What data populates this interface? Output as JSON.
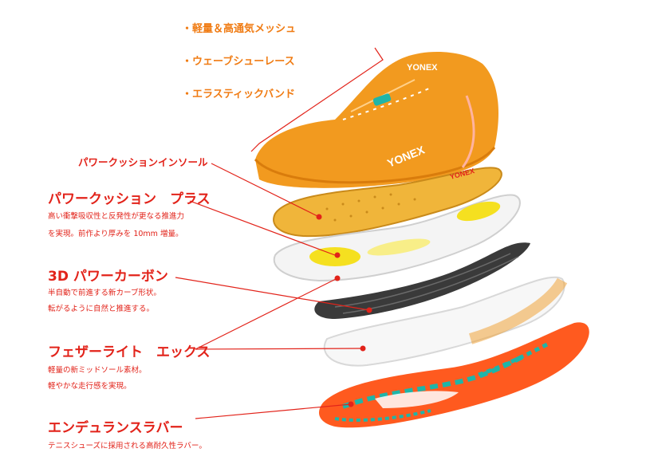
{
  "colors": {
    "accent_red": "#e2231a",
    "accent_orange": "#f07c14",
    "shoe_orange": "#f29a1f",
    "insole_yellow": "#f0b53a",
    "carbon_dark": "#3a3a3a",
    "rubber_orange": "#ff5a1f",
    "rubber_teal": "#1fb5a8"
  },
  "upper_features": [
    "・軽量＆高通気メッシュ",
    "・ウェーブシューレース",
    "・エラスティックバンド"
  ],
  "insole": {
    "label": "パワークッションインソール",
    "brand_mark": "YONEX"
  },
  "shoe_brand": {
    "tongue": "YONEX",
    "side": "YONEX"
  },
  "sections": [
    {
      "title": "パワークッション　プラス",
      "lines": [
        "高い衝撃吸収性と反発性が更なる推進力",
        "を実現。前作より厚みを 10mm 増量。"
      ]
    },
    {
      "title": "3D パワーカーボン",
      "lines": [
        "半自動で前進する新カーブ形状。",
        "転がるように自然と推進する。"
      ]
    },
    {
      "title": "フェザーライト　エックス",
      "lines": [
        "軽量の新ミッドソール素材。",
        "軽やかな走行感を実現。"
      ]
    },
    {
      "title": "エンデュランスラバー",
      "lines": [
        "テニスシューズに採用される高耐久性ラバー。"
      ]
    }
  ]
}
